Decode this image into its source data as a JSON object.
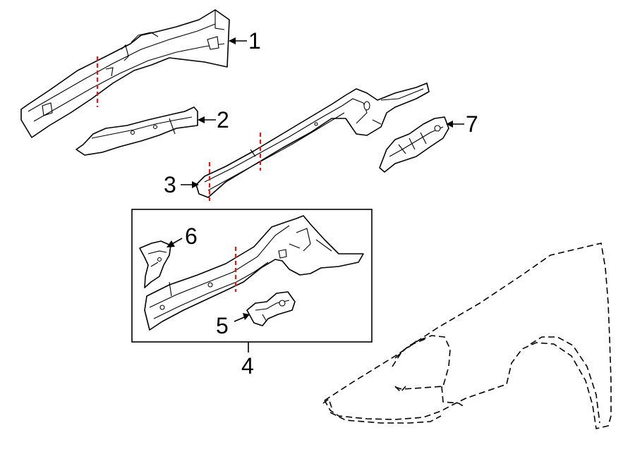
{
  "callouts": {
    "c1": "1",
    "c2": "2",
    "c3": "3",
    "c4": "4",
    "c5": "5",
    "c6": "6",
    "c7": "7"
  },
  "colors": {
    "line": "#000000",
    "cut_line": "#e0191d",
    "background": "#ffffff"
  }
}
